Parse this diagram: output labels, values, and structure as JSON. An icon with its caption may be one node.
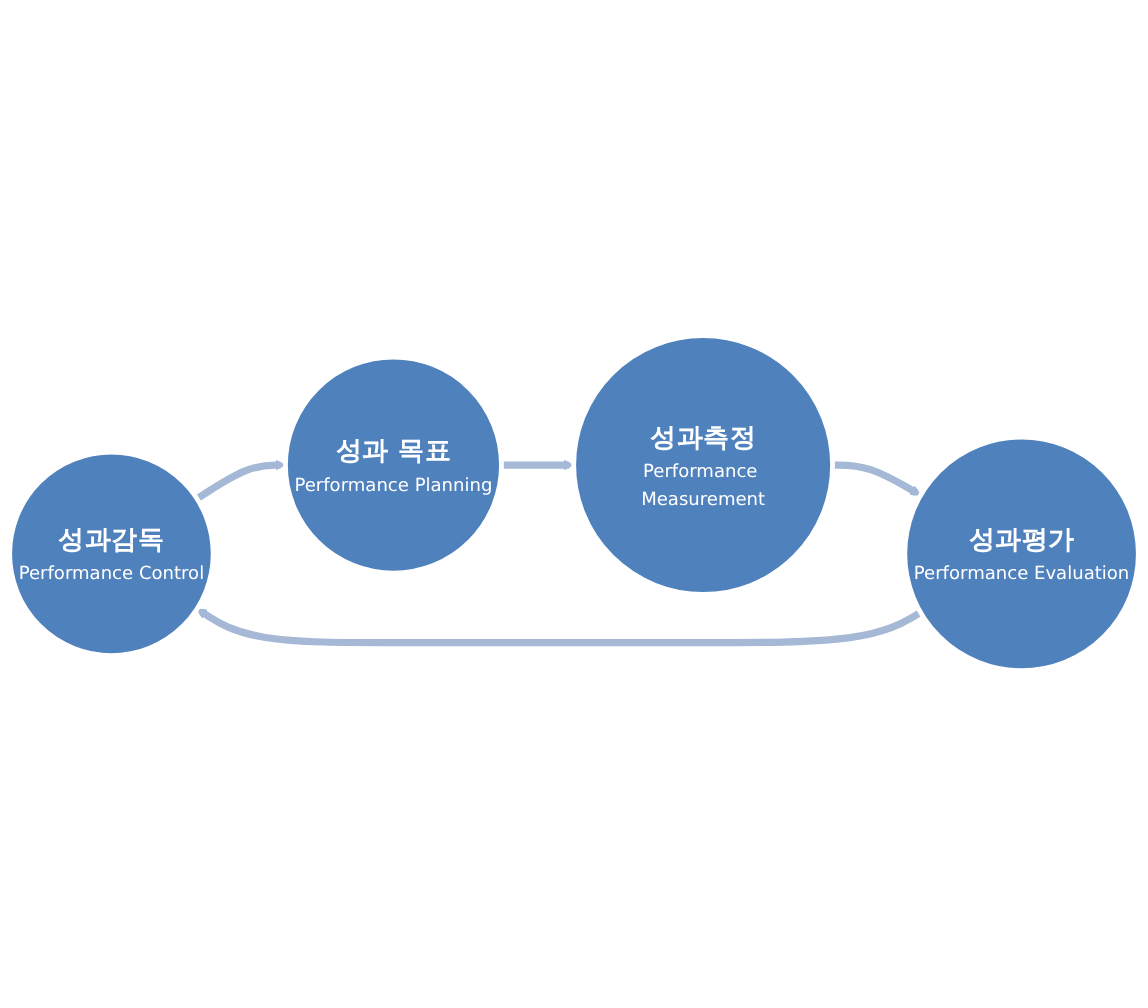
{
  "diagram": {
    "nodes": [
      {
        "text": [
          "성과감독",
          "Performance Control"
        ]
      },
      {
        "text": [
          "성과 목표",
          "Performance Planning"
        ]
      },
      {
        "text": [
          "성과측정",
          "Performance Measurement"
        ]
      },
      {
        "text": [
          "성과평가",
          "Performance Evaluation"
        ]
      }
    ],
    "edges": [
      {
        "from": 0,
        "to": 1,
        "arrow": "to"
      },
      {
        "from": 1,
        "to": 2,
        "arrow": "to"
      },
      {
        "from": 2,
        "to": 3,
        "arrow": "to"
      },
      {
        "from": 3,
        "to": 0,
        "arrow": "to"
      }
    ]
  }
}
